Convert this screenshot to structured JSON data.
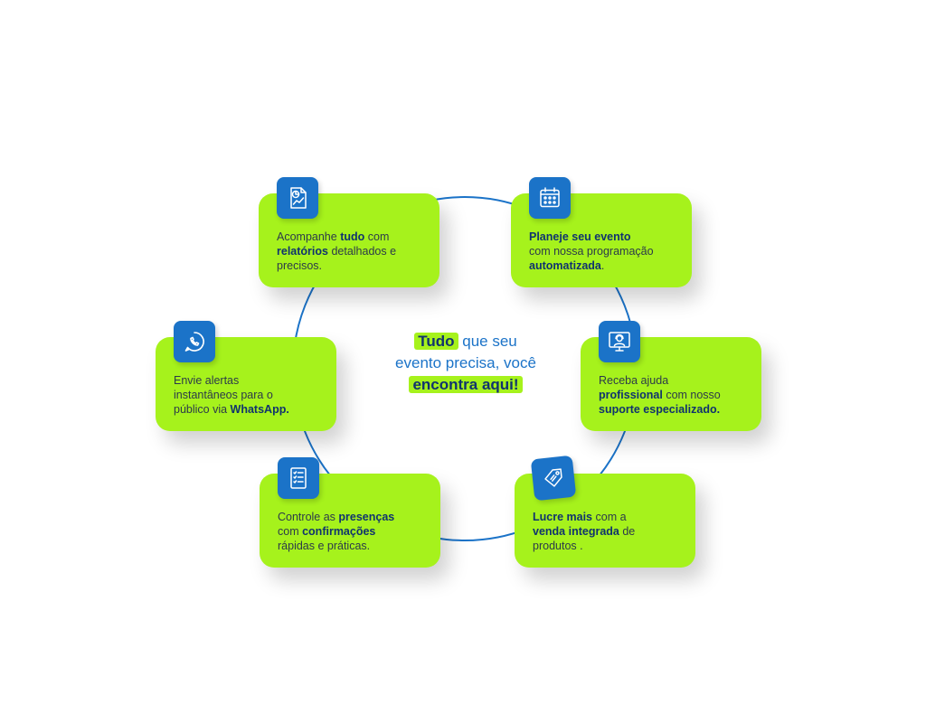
{
  "center": {
    "line1_hl": "Tudo",
    "line1_rest": " que seu",
    "line2": "evento precisa, você",
    "line3_hl": "encontra aqui!"
  },
  "colors": {
    "card": "#a6f21c",
    "icon_bg": "#1b73c8",
    "ring": "#1b73c8",
    "bold_text": "#10336e"
  },
  "cards": {
    "reports": {
      "icon": "report-chart-icon",
      "l1a": "Acompanhe ",
      "l1b": "tudo",
      "l1c": " com",
      "l2a": "relatórios",
      "l2b": " detalhados e",
      "l3": "precisos."
    },
    "planning": {
      "icon": "calendar-icon",
      "l1": "Planeje seu evento",
      "l2": "com nossa programação",
      "l3a": "automatizada",
      "l3b": "."
    },
    "whatsapp": {
      "icon": "whatsapp-icon",
      "l1": "Envie alertas",
      "l2": "instantâneos para o",
      "l3a": "público via ",
      "l3b": "WhatsApp."
    },
    "support": {
      "icon": "support-agent-icon",
      "l1": "Receba ajuda",
      "l2a": "profissional",
      "l2b": " com nosso",
      "l3": "suporte especializado."
    },
    "attendance": {
      "icon": "checklist-icon",
      "l1a": "Controle as ",
      "l1b": "presenças",
      "l2a": "com ",
      "l2b": "confirmações",
      "l3": "rápidas e práticas."
    },
    "sales": {
      "icon": "price-tag-icon",
      "l1a": "Lucre mais",
      "l1b": " com a",
      "l2a": "venda integrada",
      "l2b": " de",
      "l3": "produtos ."
    }
  }
}
